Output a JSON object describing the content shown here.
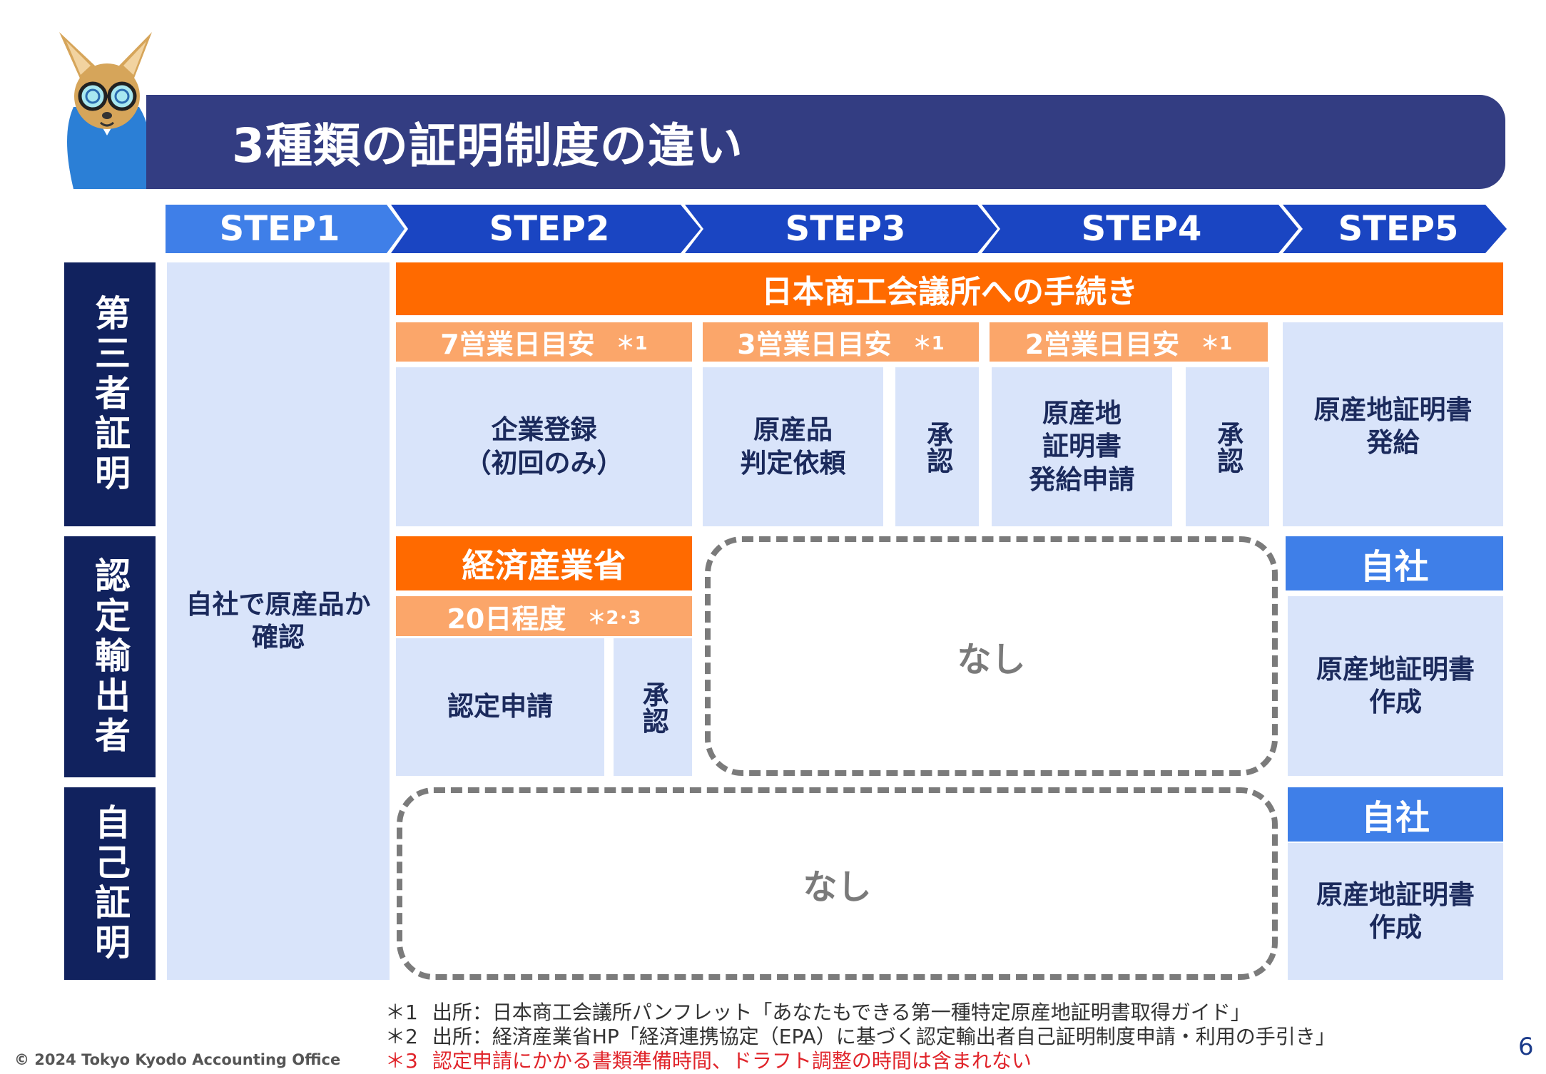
{
  "title": "3種類の証明制度の違い",
  "steps": [
    "STEP1",
    "STEP2",
    "STEP3",
    "STEP4",
    "STEP5"
  ],
  "row_heads": [
    "第三者証明",
    "認定輸出者",
    "自己証明"
  ],
  "step1_cell": "自社で原産品か確認",
  "third_party": {
    "banner": "日本商工会議所への手続き",
    "durations": [
      {
        "label": "7営業日目安",
        "mark": "＊1"
      },
      {
        "label": "3営業日目安",
        "mark": "＊1"
      },
      {
        "label": "2営業日目安",
        "mark": "＊1"
      }
    ],
    "cells": {
      "registration_l1": "企業登録",
      "registration_l2": "（初回のみ）",
      "judgement_l1": "原産品",
      "judgement_l2": "判定依頼",
      "approve_a": "承認",
      "apply_l1": "原産地",
      "apply_l2": "証明書",
      "apply_l3": "発給申請",
      "approve_b": "承認",
      "issue_l1": "原産地証明書",
      "issue_l2": "発給"
    }
  },
  "approved_exporter": {
    "banner": "経済産業省",
    "duration": {
      "label": "20日程度",
      "mark": "＊2･3"
    },
    "apply": "認定申請",
    "approve": "承認",
    "none": "なし",
    "own": "自社",
    "create_l1": "原産地証明書",
    "create_l2": "作成"
  },
  "self_cert": {
    "none": "なし",
    "own": "自社",
    "create_l1": "原産地証明書",
    "create_l2": "作成"
  },
  "notes": [
    {
      "mark": "＊1",
      "text": "出所：日本商工会議所パンフレット「あなたもできる第一種特定原産地証明書取得ガイド」"
    },
    {
      "mark": "＊2",
      "text": "出所：経済産業省HP「経済連携協定（EPA）に基づく認定輸出者自己証明制度申請・利用の手引き」"
    },
    {
      "mark": "＊3",
      "text": "認定申請にかかる書類準備時間、ドラフト調整の時間は含まれない"
    }
  ],
  "copyright": "© 2024 Tokyo Kyodo Accounting Office",
  "page_number": "6",
  "colors": {
    "navy": "#11225e",
    "title_bar": "#333d82",
    "orange": "#ff6a00",
    "salmon": "#fba66a",
    "light_blue": "#d9e4fa",
    "step_blue": "#3f7fe8",
    "note_red": "#e0242a"
  }
}
